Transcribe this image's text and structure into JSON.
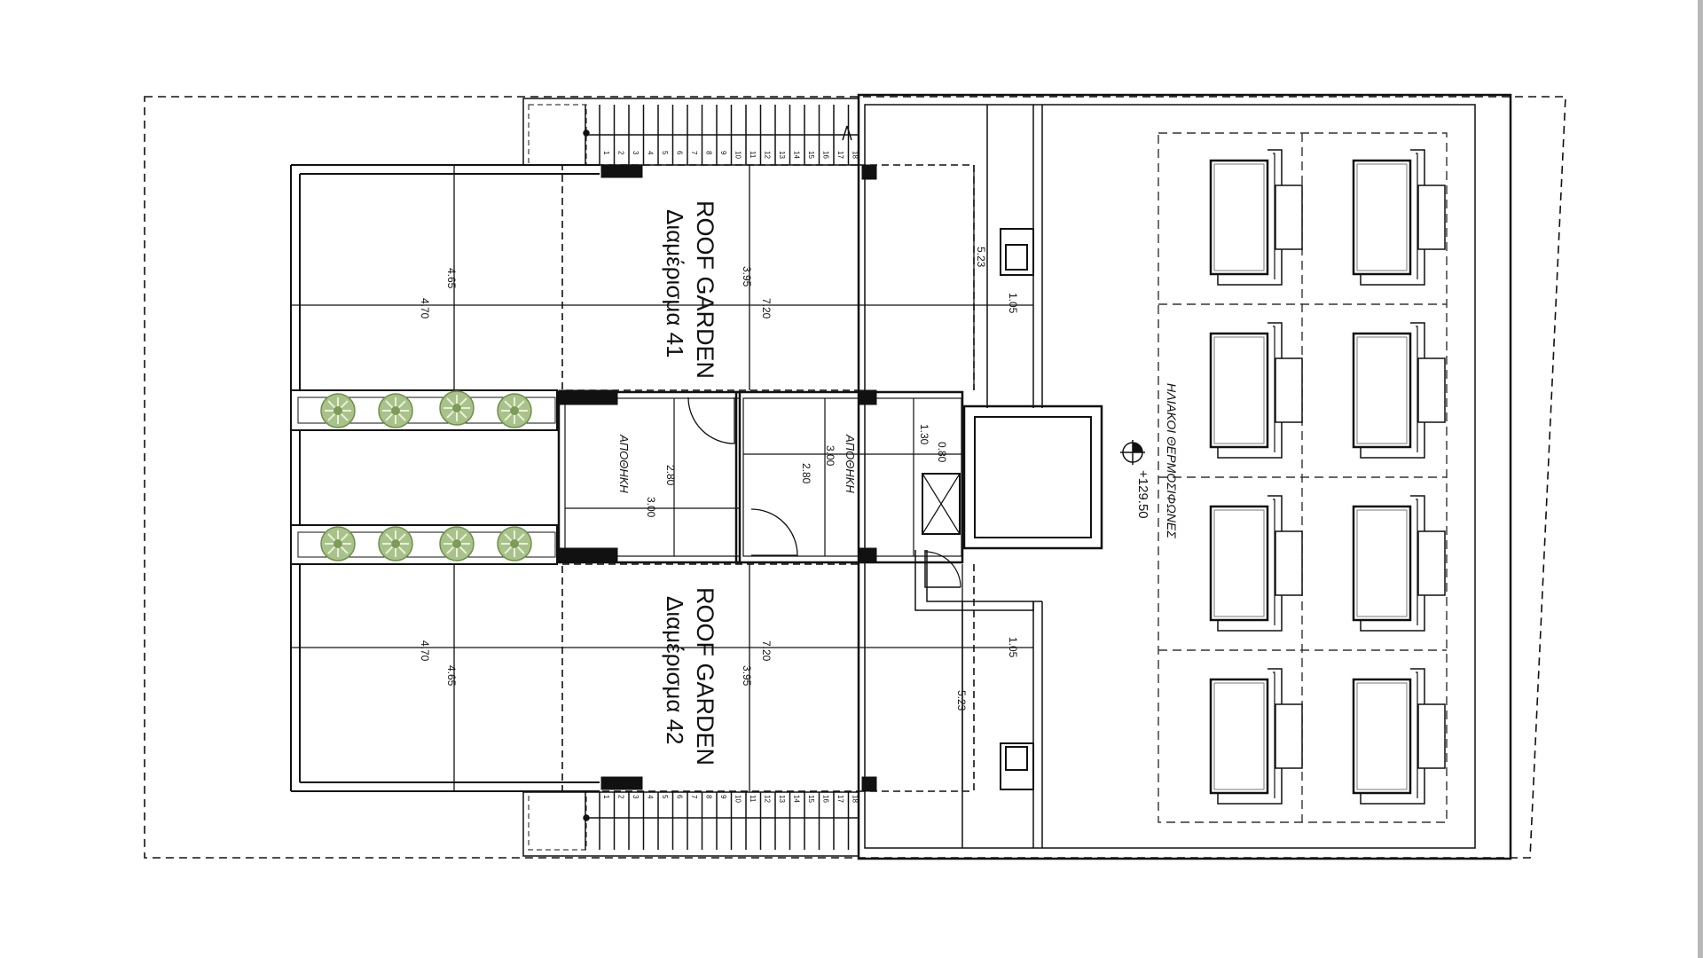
{
  "labels": {
    "roof_garden_top": "ROOF GARDEN",
    "apt_top": "Διαμέρισμα 41",
    "roof_garden_bottom": "ROOF GARDEN",
    "apt_bottom": "Διαμέρισμα 42",
    "storage_1": "ΑΠΟΘΗΚΗ",
    "storage_2": "ΑΠΟΘΗΚΗ",
    "solar": "ΗΛΙΑΚΟΙ ΘΕΡΜΟΣΙΦΩΝΕΣ",
    "level": "+129.50"
  },
  "dimensions": {
    "d465_top": "4.65",
    "d470_top": "4.70",
    "d395_top": "3.95",
    "d720_top": "7.20",
    "d523_top": "5.23",
    "d105_top": "1.05",
    "d470_bot": "4.70",
    "d465_bot": "4.65",
    "d720_bot": "7.20",
    "d395_bot": "3.95",
    "d523_bot": "5.23",
    "d105_bot": "1.05",
    "st1_w": "2.80",
    "st1_h": "3.00",
    "st2_w": "2.80",
    "st2_h": "3.00",
    "d130": "1.30",
    "d080": "0.80"
  },
  "stairs": {
    "top_steps": [
      "1",
      "2",
      "3",
      "4",
      "5",
      "6",
      "7",
      "8",
      "9",
      "10",
      "11",
      "12",
      "13",
      "14",
      "15",
      "16",
      "17",
      "18"
    ],
    "bottom_steps": [
      "1",
      "2",
      "3",
      "4",
      "5",
      "6",
      "7",
      "8",
      "9",
      "10",
      "11",
      "12",
      "13",
      "14",
      "15",
      "16",
      "17",
      "18"
    ]
  },
  "colors": {
    "line": "#111111",
    "planter": "#9bb57a",
    "planter_dark": "#6f8f4c"
  }
}
